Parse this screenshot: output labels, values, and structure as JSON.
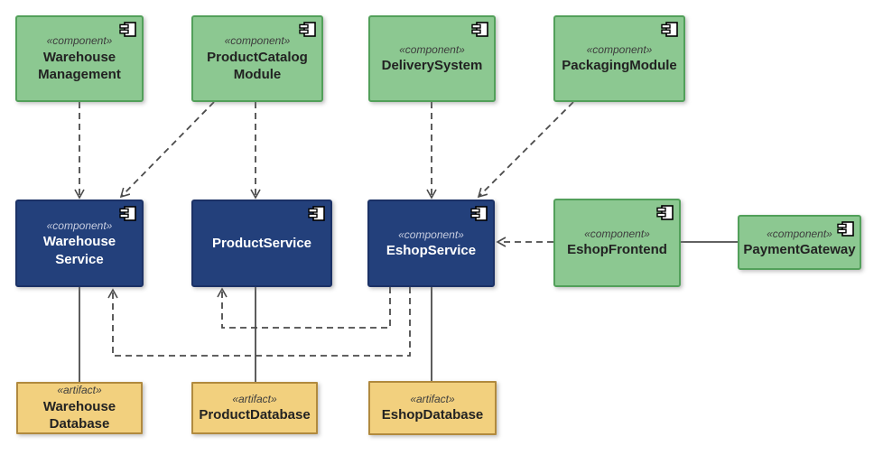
{
  "diagram": {
    "title": "",
    "type": "uml-component-diagram",
    "colors": {
      "component_fill_green": "#8CC891",
      "component_border_green": "#52A05A",
      "service_fill_blue": "#23407B",
      "service_border_blue": "#1B3166",
      "artifact_fill_yellow": "#F2D07E",
      "artifact_border_yellow": "#B18A3E",
      "connector_gray": "#4B4B4B",
      "background": "#FFFFFF"
    },
    "nodes": {
      "warehouse_management": {
        "stereotype": "«component»",
        "name": "Warehouse Management",
        "kind": "component"
      },
      "product_catalog_module": {
        "stereotype": "«component»",
        "name": "ProductCatalog Module",
        "kind": "component"
      },
      "delivery_system": {
        "stereotype": "«component»",
        "name": "DeliverySystem",
        "kind": "component"
      },
      "packaging_module": {
        "stereotype": "«component»",
        "name": "PackagingModule",
        "kind": "component"
      },
      "warehouse_service": {
        "stereotype": "«component»",
        "name": "Warehouse Service",
        "kind": "component"
      },
      "product_service": {
        "stereotype": "",
        "name": "ProductService",
        "kind": "component"
      },
      "eshop_service": {
        "stereotype": "«component»",
        "name": "EshopService",
        "kind": "component"
      },
      "eshop_frontend": {
        "stereotype": "«component»",
        "name": "EshopFrontend",
        "kind": "component"
      },
      "payment_gateway": {
        "stereotype": "«component»",
        "name": "PaymentGateway",
        "kind": "component"
      },
      "warehouse_database": {
        "stereotype": "«artifact»",
        "name": "Warehouse Database",
        "kind": "artifact"
      },
      "product_database": {
        "stereotype": "«artifact»",
        "name": "ProductDatabase",
        "kind": "artifact"
      },
      "eshop_database": {
        "stereotype": "«artifact»",
        "name": "EshopDatabase",
        "kind": "artifact"
      }
    },
    "edges": [
      {
        "from": "WarehouseManagement",
        "to": "WarehouseService",
        "style": "dashed",
        "arrow": "open"
      },
      {
        "from": "ProductCatalogModule",
        "to": "WarehouseService",
        "style": "dashed",
        "arrow": "open"
      },
      {
        "from": "ProductCatalogModule",
        "to": "ProductService",
        "style": "dashed",
        "arrow": "open"
      },
      {
        "from": "DeliverySystem",
        "to": "EshopService",
        "style": "dashed",
        "arrow": "open"
      },
      {
        "from": "PackagingModule",
        "to": "EshopService",
        "style": "dashed",
        "arrow": "open"
      },
      {
        "from": "EshopFrontend",
        "to": "EshopService",
        "style": "dashed",
        "arrow": "open"
      },
      {
        "from": "EshopFrontend",
        "to": "PaymentGateway",
        "style": "solid",
        "arrow": "none"
      },
      {
        "from": "WarehouseService",
        "to": "WarehouseDatabase",
        "style": "solid",
        "arrow": "none"
      },
      {
        "from": "ProductService",
        "to": "ProductDatabase",
        "style": "solid",
        "arrow": "none"
      },
      {
        "from": "EshopService",
        "to": "EshopDatabase",
        "style": "solid",
        "arrow": "none"
      },
      {
        "from": "EshopService",
        "to": "ProductService",
        "style": "dashed",
        "arrow": "open"
      },
      {
        "from": "EshopService",
        "to": "WarehouseService",
        "style": "dashed",
        "arrow": "open"
      }
    ]
  }
}
